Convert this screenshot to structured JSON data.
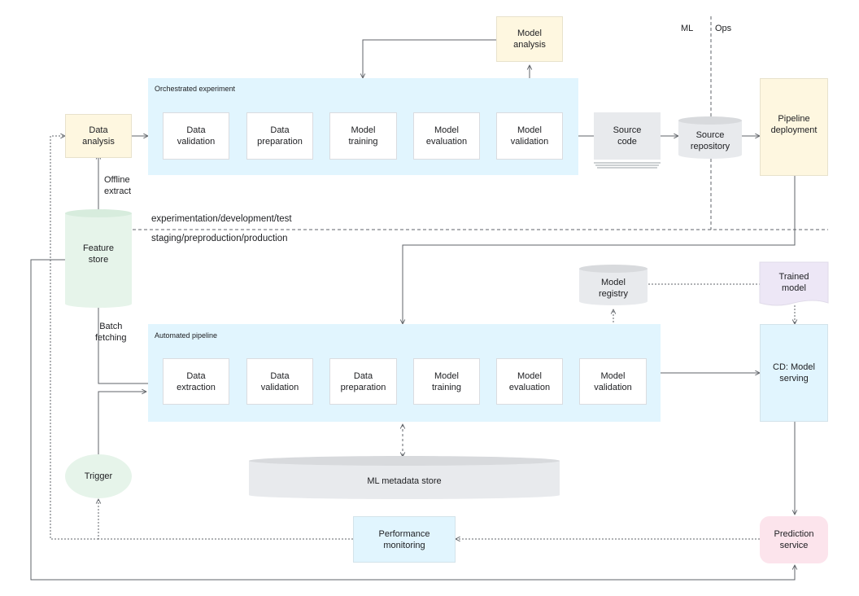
{
  "colors": {
    "panel": "#e1f5fe",
    "yellow": "#fef7e0",
    "green": "#e6f4ea",
    "grey": "#e8eaed",
    "purple": "#ede7f6",
    "pink": "#fce4ec",
    "line": "#5f6368"
  },
  "labels": {
    "ml": "ML",
    "ops": "Ops",
    "offline_extract": "Offline\nextract",
    "batch_fetching": "Batch\nfetching",
    "env_top": "experimentation/development/test",
    "env_bottom": "staging/preproduction/production"
  },
  "orchestrated": {
    "title": "Orchestrated experiment",
    "steps": [
      "Data\nvalidation",
      "Data\npreparation",
      "Model\ntraining",
      "Model\nevaluation",
      "Model\nvalidation"
    ]
  },
  "automated": {
    "title": "Automated pipeline",
    "steps": [
      "Data\nextraction",
      "Data\nvalidation",
      "Data\npreparation",
      "Model\ntraining",
      "Model\nevaluation",
      "Model\nvalidation"
    ]
  },
  "boxes": {
    "model_analysis": "Model\nanalysis",
    "data_analysis": "Data\nanalysis",
    "source_code": "Source\ncode",
    "source_repository": "Source\nrepository",
    "pipeline_deployment": "Pipeline\ndeployment",
    "feature_store": "Feature\nstore",
    "model_registry": "Model\nregistry",
    "trained_model": "Trained\nmodel",
    "cd_model_serving": "CD: Model\nserving",
    "ml_metadata_store": "ML metadata store",
    "trigger": "Trigger",
    "performance_monitoring": "Performance\nmonitoring",
    "prediction_service": "Prediction\nservice"
  }
}
